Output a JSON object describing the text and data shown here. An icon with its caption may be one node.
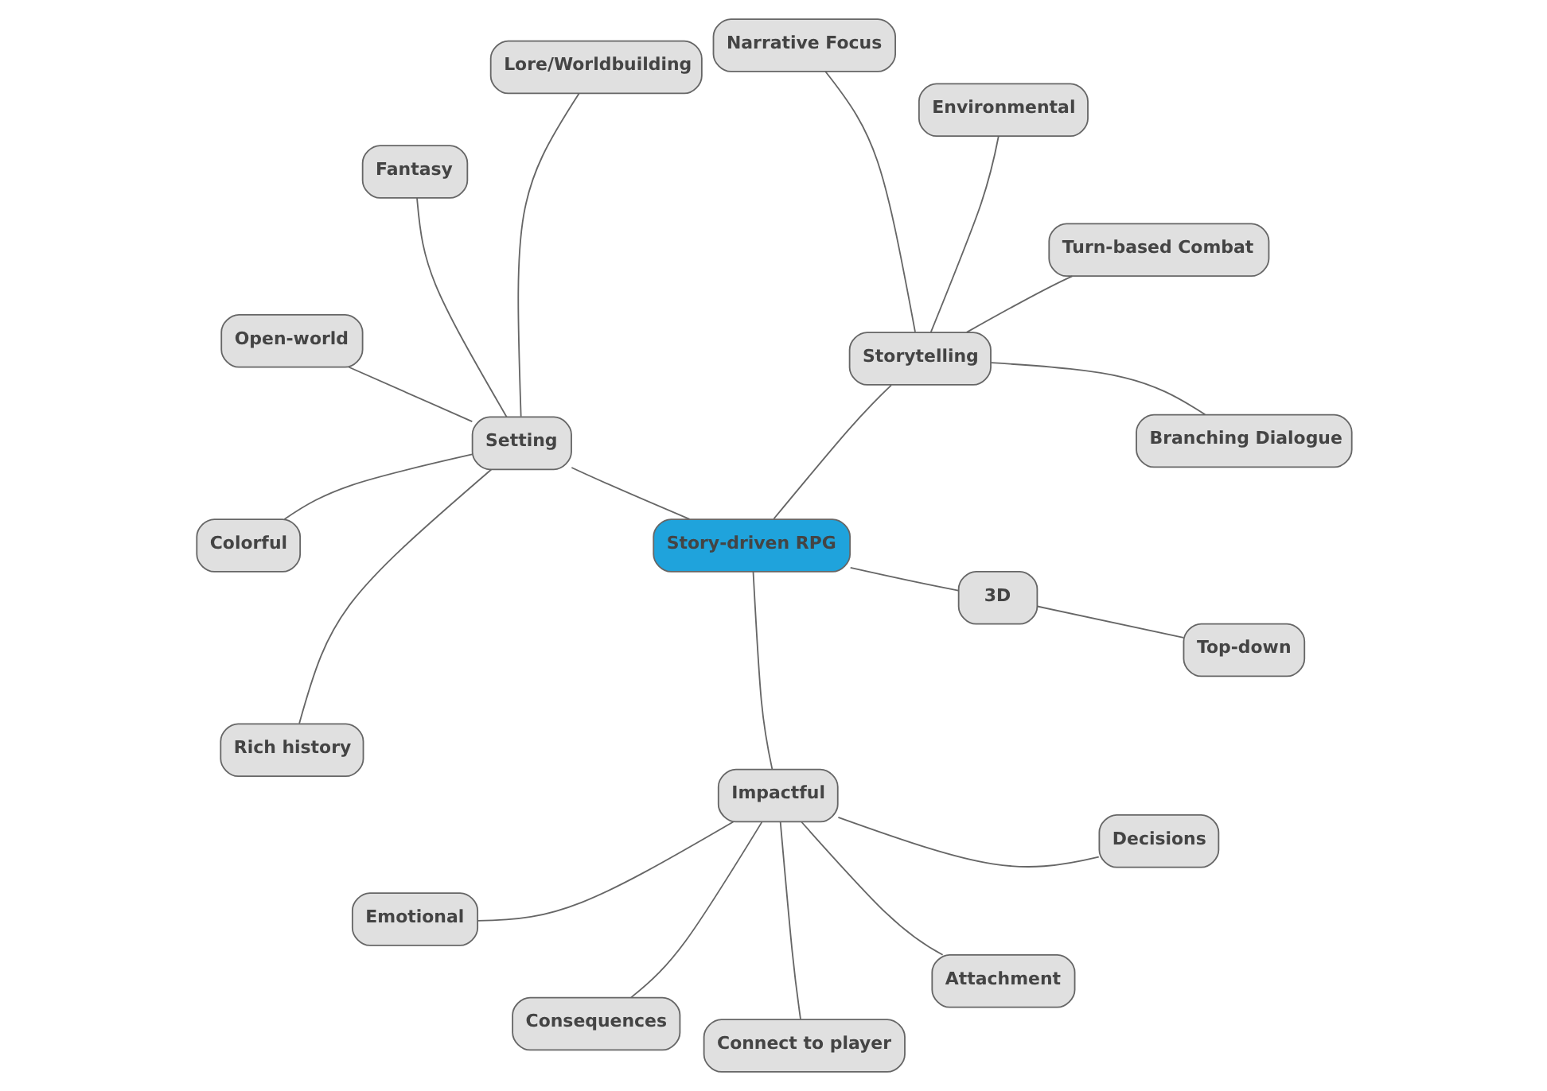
{
  "diagram": {
    "nodes": [
      {
        "text": [
          "Story-driven RPG"
        ]
      },
      {
        "text": [
          "Storytelling"
        ]
      },
      {
        "text": [
          "Branching Dialogue"
        ]
      },
      {
        "text": [
          "Turn-based Combat"
        ]
      },
      {
        "text": [
          "Environmental"
        ]
      },
      {
        "text": [
          "Narrative Focus"
        ]
      },
      {
        "text": [
          "Setting"
        ]
      },
      {
        "text": [
          "Lore/Worldbuilding"
        ]
      },
      {
        "text": [
          "Fantasy"
        ]
      },
      {
        "text": [
          "Open-world"
        ]
      },
      {
        "text": [
          "Colorful"
        ]
      },
      {
        "text": [
          "Rich history"
        ]
      },
      {
        "text": [
          "Impactful"
        ]
      },
      {
        "text": [
          "Emotional"
        ]
      },
      {
        "text": [
          "Consequences"
        ]
      },
      {
        "text": [
          "Connect to player"
        ]
      },
      {
        "text": [
          "Attachment"
        ]
      },
      {
        "text": [
          "Decisions"
        ]
      },
      {
        "text": [
          "3D"
        ]
      },
      {
        "text": [
          "Top-down"
        ]
      }
    ],
    "edges": [
      {
        "from": 0,
        "to": 1,
        "arrow": "none"
      },
      {
        "from": 1,
        "to": 2,
        "arrow": "none"
      },
      {
        "from": 1,
        "to": 3,
        "arrow": "none"
      },
      {
        "from": 1,
        "to": 4,
        "arrow": "none"
      },
      {
        "from": 1,
        "to": 5,
        "arrow": "none"
      },
      {
        "from": 0,
        "to": 6,
        "arrow": "none"
      },
      {
        "from": 6,
        "to": 7,
        "arrow": "none"
      },
      {
        "from": 6,
        "to": 8,
        "arrow": "none"
      },
      {
        "from": 6,
        "to": 9,
        "arrow": "none"
      },
      {
        "from": 6,
        "to": 10,
        "arrow": "none"
      },
      {
        "from": 6,
        "to": 11,
        "arrow": "none"
      },
      {
        "from": 0,
        "to": 12,
        "arrow": "none"
      },
      {
        "from": 12,
        "to": 13,
        "arrow": "none"
      },
      {
        "from": 12,
        "to": 14,
        "arrow": "none"
      },
      {
        "from": 12,
        "to": 15,
        "arrow": "none"
      },
      {
        "from": 12,
        "to": 16,
        "arrow": "none"
      },
      {
        "from": 12,
        "to": 17,
        "arrow": "none"
      },
      {
        "from": 0,
        "to": 18,
        "arrow": "none"
      },
      {
        "from": 18,
        "to": 19,
        "arrow": "none"
      }
    ]
  }
}
